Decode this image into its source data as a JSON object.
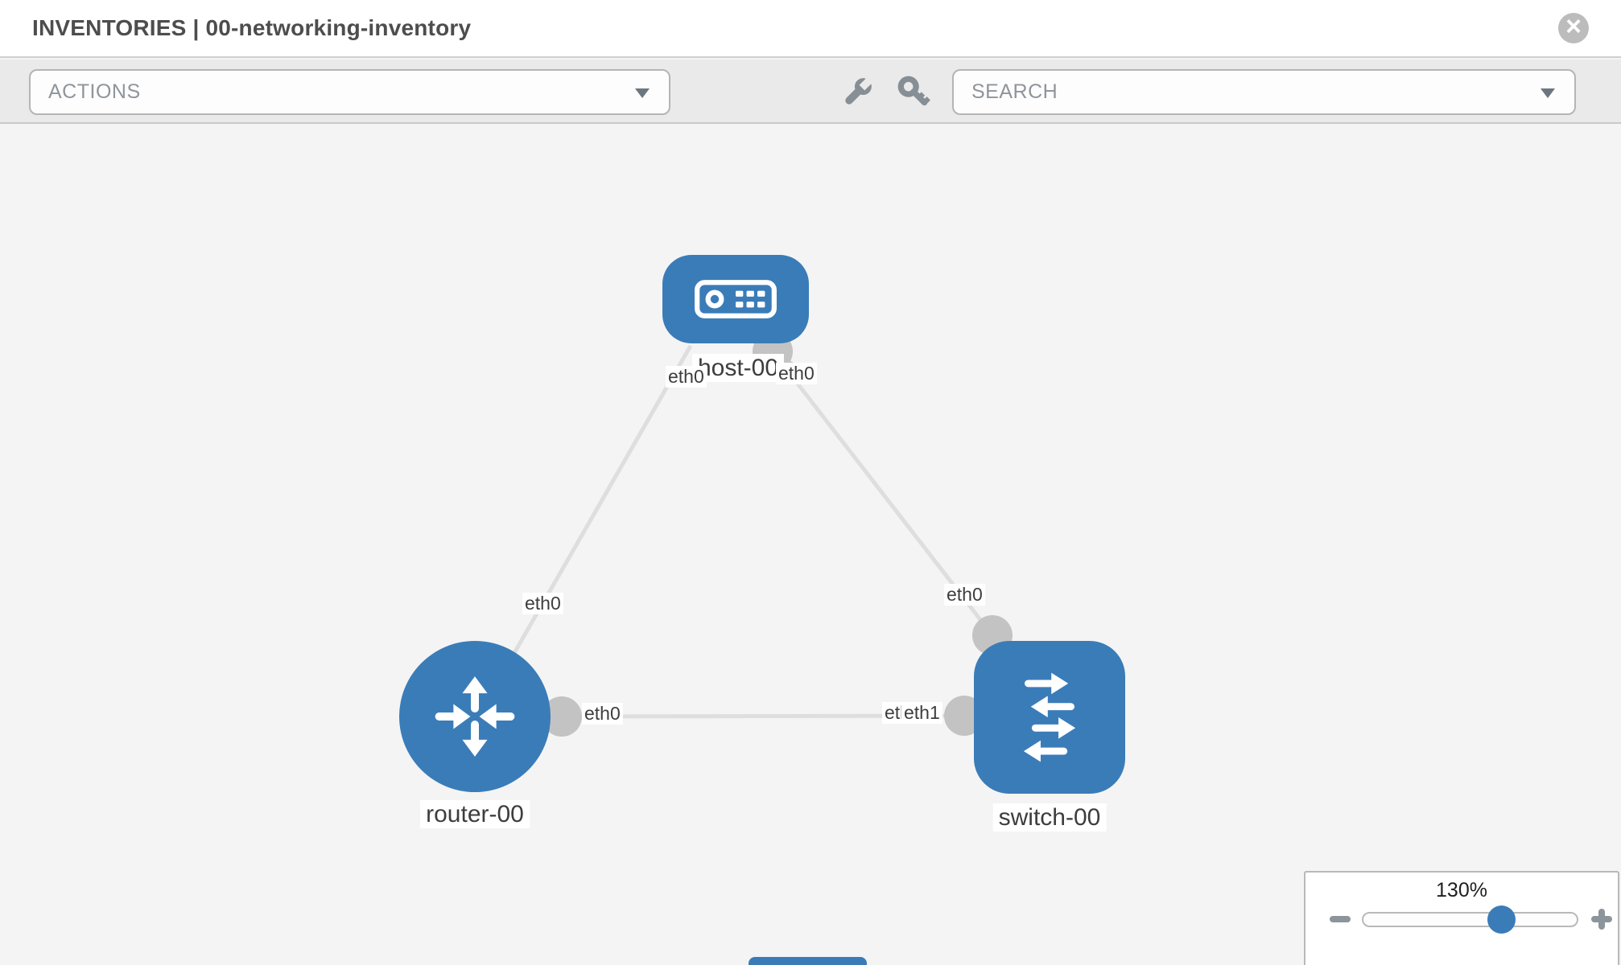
{
  "header": {
    "title": "INVENTORIES | 00-networking-inventory",
    "close_icon": "circle-x"
  },
  "toolbar": {
    "actions_label": "ACTIONS",
    "search_placeholder": "SEARCH",
    "icons": [
      "wrench-icon",
      "key-icon"
    ]
  },
  "diagram": {
    "nodes": [
      {
        "name": "host-00",
        "type": "host",
        "icon": "server-icon"
      },
      {
        "name": "router-00",
        "type": "router",
        "icon": "router-arrows-icon"
      },
      {
        "name": "switch-00",
        "type": "switch",
        "icon": "switch-arrows-icon"
      }
    ],
    "links": [
      {
        "from": "host-00",
        "from_interface": "eth0",
        "to": "router-00",
        "to_interface": "eth0"
      },
      {
        "from": "host-00",
        "from_interface": "eth0",
        "to": "switch-00",
        "to_interface": "eth0"
      },
      {
        "from": "router-00",
        "from_interface": "eth0",
        "to": "switch-00",
        "to_interface": "eth1",
        "to_interface_overlapped": "eth0"
      }
    ]
  },
  "zoom_control": {
    "level": "130%",
    "minus_icon": "minus-icon",
    "plus_icon": "plus-icon"
  },
  "colors": {
    "node_blue": "#3a7cb8",
    "link_gray": "#dedede",
    "port_gray": "#c3c3c3",
    "toolbar_bg": "#eaeaea",
    "canvas_bg": "#f4f4f4"
  }
}
